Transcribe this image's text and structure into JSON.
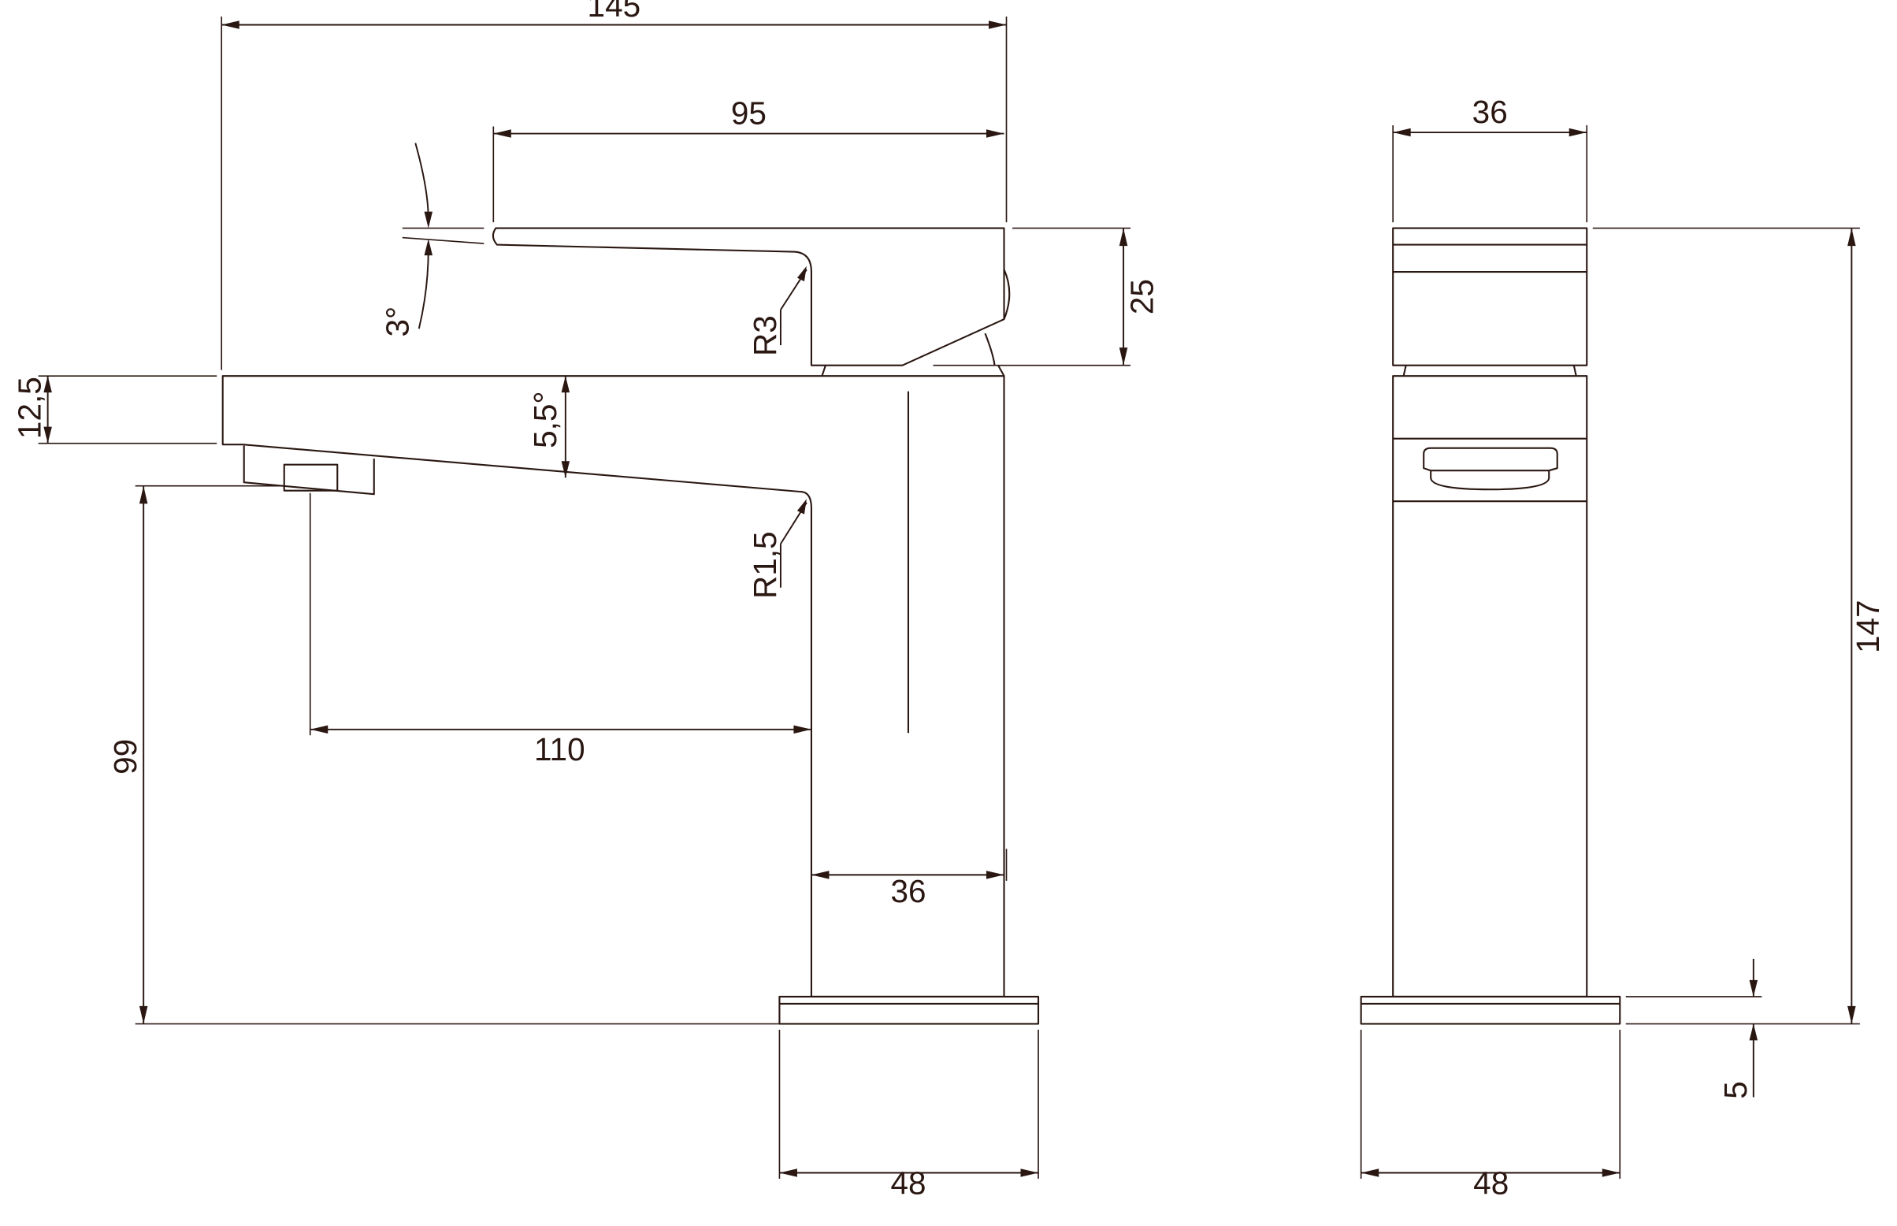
{
  "views": {
    "side": {
      "dims": {
        "overall_length": "145",
        "lever_length": "95",
        "lever_angle": "3°",
        "lever_height": "25",
        "lever_radius": "R3",
        "spout_thickness": "12,5",
        "spout_angle": "5,5°",
        "spout_radius": "R1,5",
        "spout_projection": "110",
        "spout_height": "99",
        "body_width": "36",
        "base_width": "48"
      }
    },
    "front": {
      "dims": {
        "body_width": "36",
        "overall_height": "147",
        "base_thickness": "5",
        "base_width": "48"
      }
    }
  }
}
